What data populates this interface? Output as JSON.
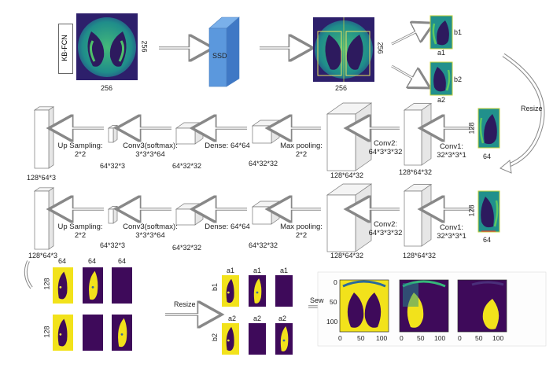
{
  "top_row": {
    "model_label": "KB-FCN",
    "ct_width": "256",
    "ct_height": "256",
    "detector_label": "SSD",
    "detected_width": "256",
    "detected_height": "256",
    "crops": [
      {
        "side_label": "b1",
        "bottom_label": "a1"
      },
      {
        "side_label": "b2",
        "bottom_label": "a2"
      }
    ],
    "resize_label": "Resize"
  },
  "branch1": {
    "input_height": "128",
    "input_width": "64",
    "layers": [
      {
        "op": "Conv1:\n32*3*3*1",
        "out": "128*64*32"
      },
      {
        "op": "Conv2:\n64*3*3*32",
        "out": "128*64*32"
      },
      {
        "op": "Max pooling:\n2*2",
        "out": "64*32*32"
      },
      {
        "op": "Dense: 64*64",
        "out": "64*32*32"
      },
      {
        "op": "Conv3(softmax):\n3*3*3*64",
        "out": "64*32*3"
      },
      {
        "op": "Up Sampling:\n2*2",
        "out": "128*64*3"
      }
    ]
  },
  "branch2": {
    "input_height": "128",
    "input_width": "64",
    "layers": [
      {
        "op": "Conv1:\n32*3*3*1",
        "out": "128*64*32"
      },
      {
        "op": "Conv2:\n64*3*3*32",
        "out": "128*64*32"
      },
      {
        "op": "Max pooling:\n2*2",
        "out": "64*32*32"
      },
      {
        "op": "Dense: 64*64",
        "out": "64*32*32"
      },
      {
        "op": "Conv3(softmax):\n3*3*3*64",
        "out": "64*32*3"
      },
      {
        "op": "Up Sampling:\n2*2",
        "out": "128*64*3"
      }
    ]
  },
  "outputs": {
    "col_labels": [
      "64",
      "64",
      "64"
    ],
    "row_label": "128",
    "resize_label": "Resize",
    "regrouped_top_cols": [
      "a1",
      "a1",
      "a1"
    ],
    "regrouped_top_row": "b1",
    "regrouped_bottom_cols": [
      "a2",
      "a2",
      "a2"
    ],
    "regrouped_bottom_row": "b2",
    "sew_label": "Sew",
    "plot_y_ticks": [
      "0",
      "50",
      "100"
    ],
    "plot_x_ticks": [
      "0",
      "50",
      "100"
    ]
  },
  "colors": {
    "lung_bg": "#21908c",
    "lung_dark": "#3b2a72",
    "lung_light": "#5ec962",
    "mask_yellow": "#f2e21b",
    "mask_purple": "#3e0a5a",
    "ssd_blue": "#4e8fdc",
    "arrow_gray": "#8a8a8a"
  }
}
